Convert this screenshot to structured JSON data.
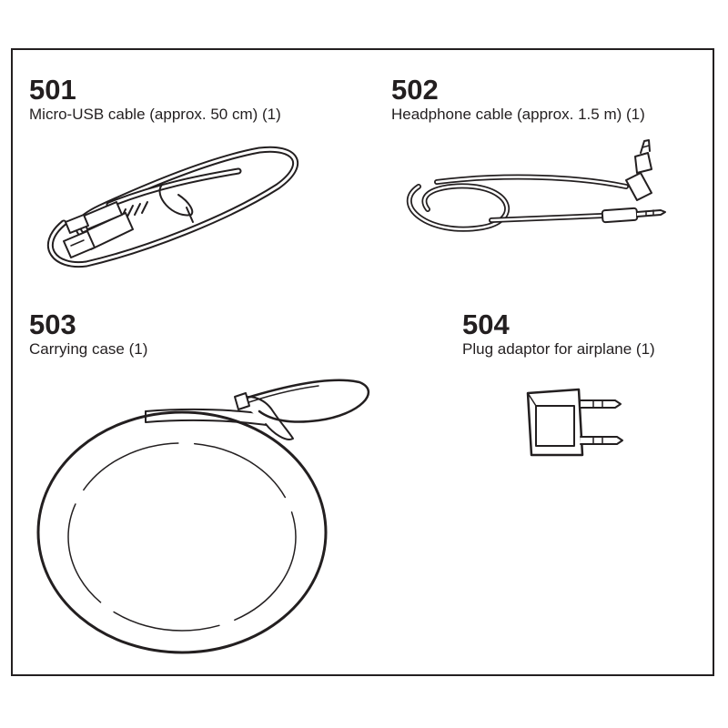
{
  "items": [
    {
      "number": "501",
      "label": "Micro-USB cable (approx. 50 cm) (1)"
    },
    {
      "number": "502",
      "label": "Headphone cable (approx. 1.5 m) (1)"
    },
    {
      "number": "503",
      "label": "Carrying case (1)"
    },
    {
      "number": "504",
      "label": "Plug adaptor for airplane (1)"
    }
  ],
  "colors": {
    "ink": "#231f20",
    "background": "#ffffff"
  }
}
